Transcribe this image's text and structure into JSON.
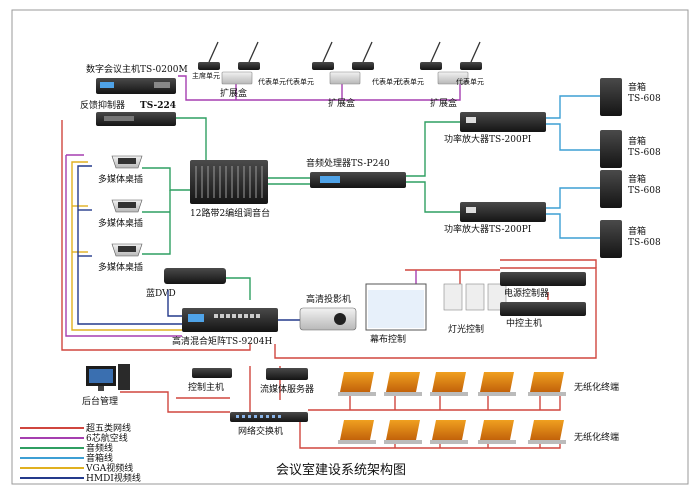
{
  "diagram": {
    "title": "会议室建设系统架构图",
    "devices": {
      "host": "数字会议主机TS-0200M",
      "feedback": "反馈抑制器",
      "feedback_model": "TS-224",
      "mixer": "12路带2编组调音台",
      "processor": "音频处理器TS-P240",
      "amp1": "功率放大器TS-200PI",
      "amp2": "功率放大器TS-200PI",
      "speaker_name": "音箱",
      "speaker_model": "TS-608",
      "multimedia": "多媒体桌插",
      "dvd": "蓝DVD",
      "matrix": "高清混合矩阵TS-9204H",
      "projector": "高清投影机",
      "screen": "幕布控制",
      "light": "灯光控制",
      "power": "电源控制器",
      "central": "中控主机",
      "control_host": "控制主机",
      "streaming": "流媒体服务器",
      "backend": "后台管理",
      "switch": "网络交换机",
      "paperless": "无纸化终端",
      "ext_box": "扩展盒",
      "chair_unit": "主席单元",
      "rep_unit": "代表单元"
    },
    "legend": [
      {
        "label": "超五类网线",
        "color": "#d0463f"
      },
      {
        "label": "6芯航空线",
        "color": "#a53fb0"
      },
      {
        "label": "音频线",
        "color": "#2f9f62"
      },
      {
        "label": "音箱线",
        "color": "#3d9fd4"
      },
      {
        "label": "VGA视频线",
        "color": "#e0b020"
      },
      {
        "label": "HMDI视频线",
        "color": "#243a8c"
      }
    ]
  }
}
